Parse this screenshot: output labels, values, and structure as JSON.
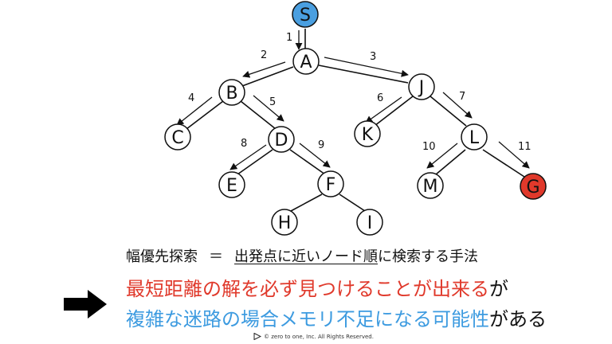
{
  "nodes": [
    {
      "id": "S",
      "label": "S",
      "fill": "#4a9fe0"
    },
    {
      "id": "A",
      "label": "A",
      "fill": "#ffffff"
    },
    {
      "id": "B",
      "label": "B",
      "fill": "#ffffff"
    },
    {
      "id": "J",
      "label": "J",
      "fill": "#ffffff"
    },
    {
      "id": "C",
      "label": "C",
      "fill": "#ffffff"
    },
    {
      "id": "D",
      "label": "D",
      "fill": "#ffffff"
    },
    {
      "id": "K",
      "label": "K",
      "fill": "#ffffff"
    },
    {
      "id": "L",
      "label": "L",
      "fill": "#ffffff"
    },
    {
      "id": "E",
      "label": "E",
      "fill": "#ffffff"
    },
    {
      "id": "F",
      "label": "F",
      "fill": "#ffffff"
    },
    {
      "id": "M",
      "label": "M",
      "fill": "#ffffff"
    },
    {
      "id": "G",
      "label": "G",
      "fill": "#e0392b"
    },
    {
      "id": "H",
      "label": "H",
      "fill": "#ffffff"
    },
    {
      "id": "I",
      "label": "I",
      "fill": "#ffffff"
    }
  ],
  "steps": [
    "1",
    "2",
    "3",
    "4",
    "5",
    "6",
    "7",
    "8",
    "9",
    "10",
    "11"
  ],
  "text": {
    "line1_a": "幅優先探索",
    "line1_eq": "＝",
    "line1_u": "出発点に近いノード順",
    "line1_b": "に検索する手法",
    "line2_red": "最短距離の解を必ず見つけることが出来る",
    "line2_rest": "が",
    "line3_blue": "複雑な迷路の場合メモリ不足になる可能性",
    "line3_rest": "がある",
    "copyright": "©  zero to one, Inc. All Rights Reserved."
  },
  "colors": {
    "start": "#4a9fe0",
    "goal": "#e0392b",
    "highlight_red": "#e0392b",
    "highlight_blue": "#3d9be0"
  }
}
